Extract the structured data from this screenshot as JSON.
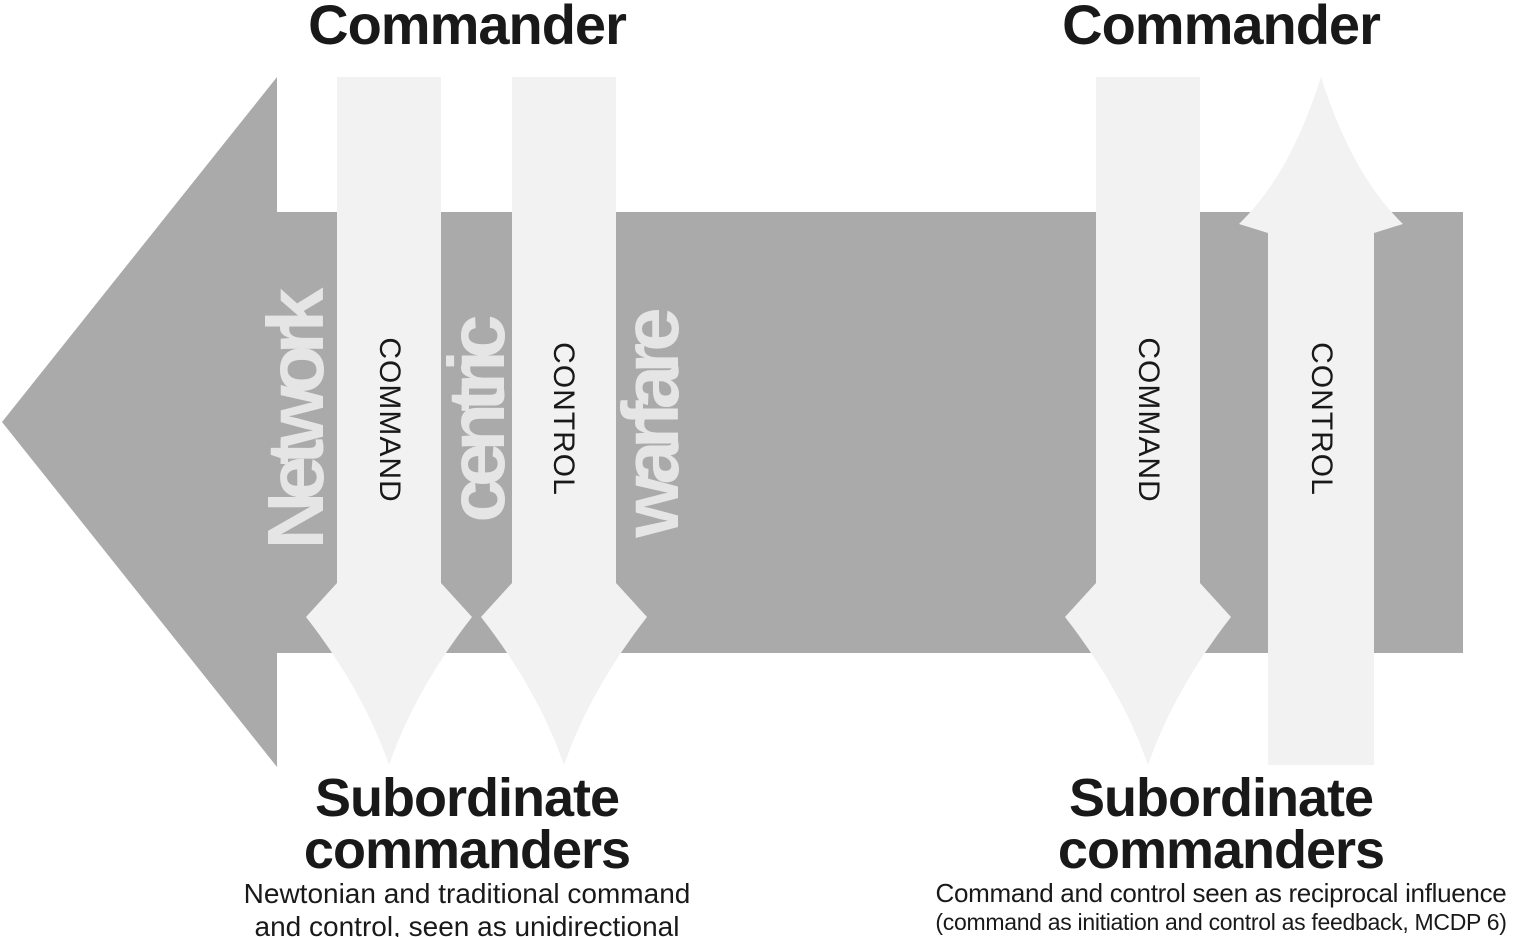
{
  "colors": {
    "band": "#aaaaaa",
    "flow": "#f2f2f2",
    "band_word": "#e5e5e5",
    "ink": "#191919"
  },
  "band_words": {
    "word1": "Network",
    "word2": "centric",
    "word3": "warfare"
  },
  "left_model": {
    "commander": "Commander",
    "command_label": "COMMAND",
    "control_label": "CONTROL",
    "subordinate_line1": "Subordinate",
    "subordinate_line2": "commanders",
    "caption_line1": "Newtonian and traditional command",
    "caption_line2": "and control, seen as unidirectional"
  },
  "right_model": {
    "commander": "Commander",
    "command_label": "COMMAND",
    "control_label": "CONTROL",
    "subordinate_line1": "Subordinate",
    "subordinate_line2": "commanders",
    "caption_line1": "Command and control seen as reciprocal influence",
    "caption_line2": "(command as initiation and control as feedback, MCDP 6)"
  }
}
